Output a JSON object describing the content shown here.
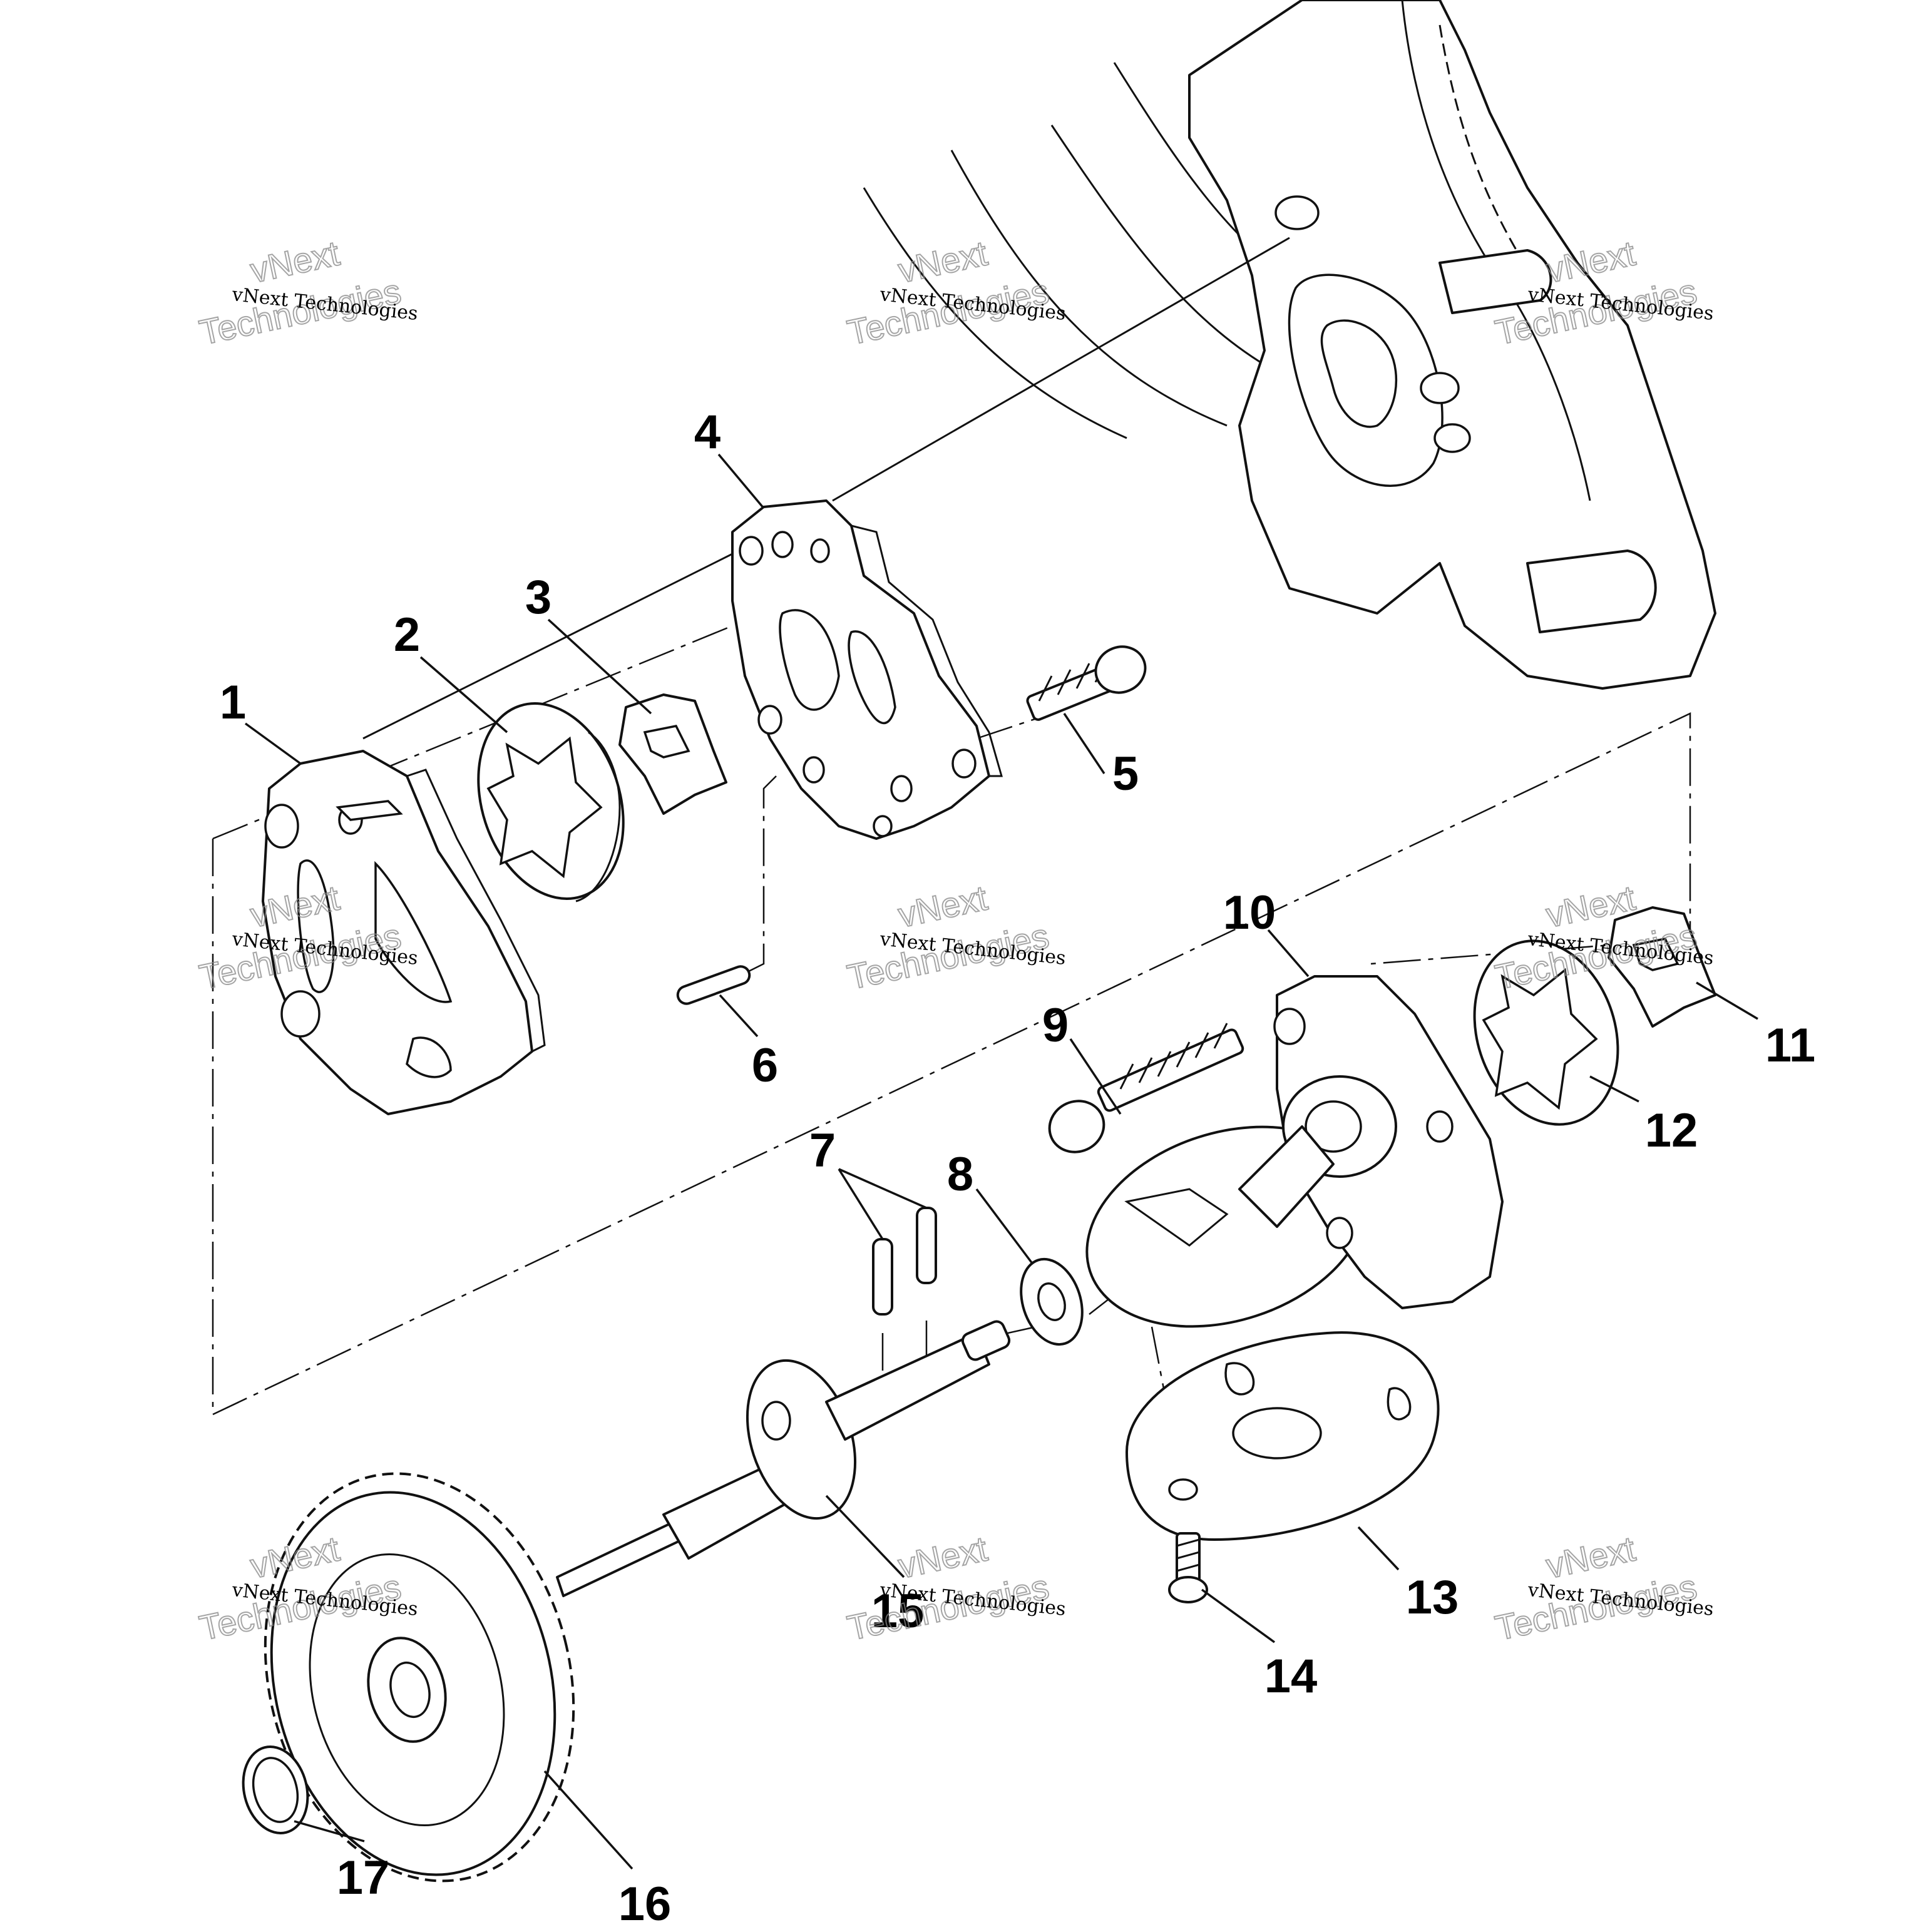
{
  "diagram": {
    "watermark": {
      "line": "vNext Technologies",
      "big_line1": "vNext",
      "big_line2": "Technologies"
    },
    "callouts": [
      {
        "id": "1",
        "label": "1"
      },
      {
        "id": "2",
        "label": "2"
      },
      {
        "id": "3",
        "label": "3"
      },
      {
        "id": "4",
        "label": "4"
      },
      {
        "id": "5",
        "label": "5"
      },
      {
        "id": "6",
        "label": "6"
      },
      {
        "id": "7",
        "label": "7"
      },
      {
        "id": "8",
        "label": "8"
      },
      {
        "id": "9",
        "label": "9"
      },
      {
        "id": "10",
        "label": "10"
      },
      {
        "id": "11",
        "label": "11"
      },
      {
        "id": "12",
        "label": "12"
      },
      {
        "id": "13",
        "label": "13"
      },
      {
        "id": "14",
        "label": "14"
      },
      {
        "id": "15",
        "label": "15"
      },
      {
        "id": "16",
        "label": "16"
      },
      {
        "id": "17",
        "label": "17"
      }
    ]
  }
}
